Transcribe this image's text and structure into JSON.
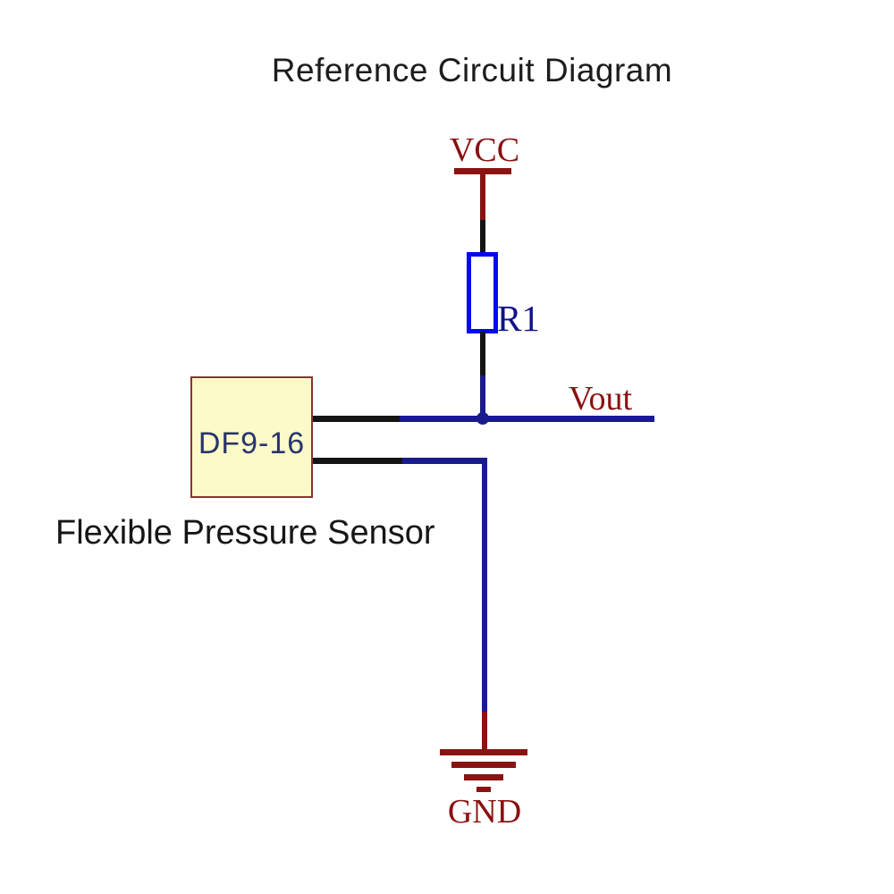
{
  "title": "Reference Circuit Diagram",
  "diagram": {
    "type": "schematic",
    "description": "Voltage divider reference circuit: VCC through pull-up resistor R1 to Vout node; flexible pressure sensor DF9-16 connected between the Vout node and GND.",
    "labels": {
      "power": "VCC",
      "resistor": "R1",
      "output": "Vout",
      "ground": "GND",
      "sensor_part": "DF9-16",
      "sensor_caption": "Flexible Pressure Sensor"
    },
    "nets": [
      {
        "name": "VCC",
        "connects": [
          "VCC power bar",
          "R1 top"
        ]
      },
      {
        "name": "Vout",
        "connects": [
          "R1 bottom",
          "DF9-16 pin 1",
          "Vout stub"
        ]
      },
      {
        "name": "GND",
        "connects": [
          "DF9-16 pin 2",
          "ground symbol"
        ]
      }
    ],
    "colors": {
      "power_symbol_red": "#8b1212",
      "label_red": "#8b0f0f",
      "wire_navy": "#1a1a8f",
      "wire_black": "#141414",
      "resistor_outline_blue": "#0008f0",
      "resistor_label_blue": "#10108e",
      "sensor_box_fill": "#fcfbc8",
      "sensor_box_border": "#8b3232",
      "sensor_text_blue": "#28356e",
      "title_black": "#1c1c1c",
      "background": "#ffffff"
    }
  }
}
